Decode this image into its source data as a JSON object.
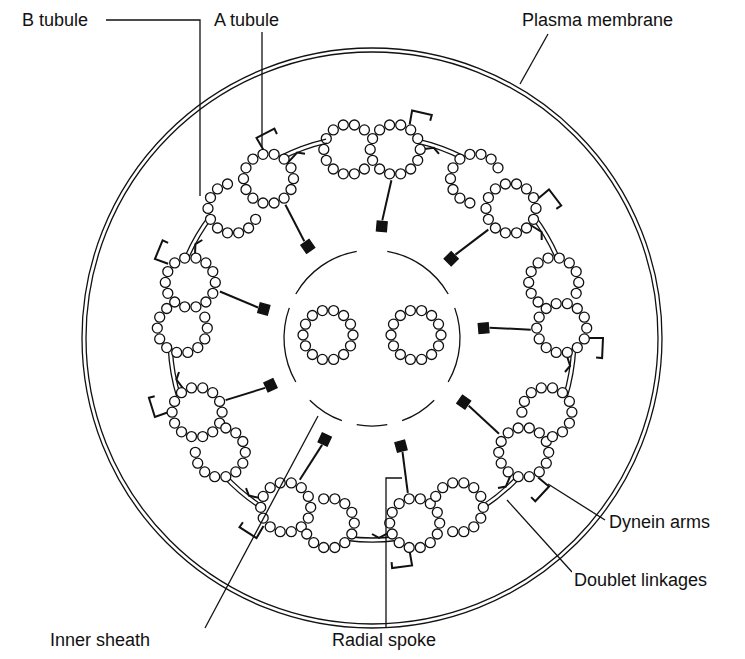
{
  "diagram": {
    "labels": [
      "B tubule",
      "A tubule",
      "Plasma membrane",
      "Dynein arms",
      "Doublet linkages",
      "Inner sheath",
      "Radial spoke"
    ]
  }
}
